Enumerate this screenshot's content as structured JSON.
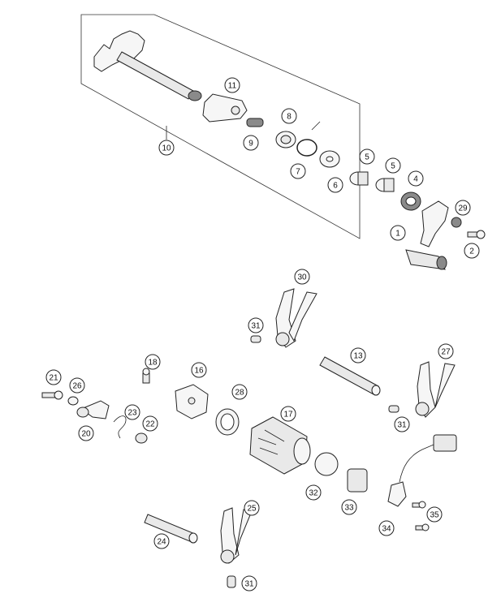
{
  "callouts": [
    {
      "id": "c1",
      "label": "1"
    },
    {
      "id": "c2",
      "label": "2"
    },
    {
      "id": "c4",
      "label": "4"
    },
    {
      "id": "c5a",
      "label": "5"
    },
    {
      "id": "c5b",
      "label": "5"
    },
    {
      "id": "c6",
      "label": "6"
    },
    {
      "id": "c7",
      "label": "7"
    },
    {
      "id": "c8",
      "label": "8"
    },
    {
      "id": "c9",
      "label": "9"
    },
    {
      "id": "c10",
      "label": "10"
    },
    {
      "id": "c11",
      "label": "11"
    },
    {
      "id": "c13",
      "label": "13"
    },
    {
      "id": "c16",
      "label": "16"
    },
    {
      "id": "c17",
      "label": "17"
    },
    {
      "id": "c18",
      "label": "18"
    },
    {
      "id": "c20",
      "label": "20"
    },
    {
      "id": "c21",
      "label": "21"
    },
    {
      "id": "c22",
      "label": "22"
    },
    {
      "id": "c23",
      "label": "23"
    },
    {
      "id": "c24",
      "label": "24"
    },
    {
      "id": "c25",
      "label": "25"
    },
    {
      "id": "c26",
      "label": "26"
    },
    {
      "id": "c27",
      "label": "27"
    },
    {
      "id": "c28",
      "label": "28"
    },
    {
      "id": "c29",
      "label": "29"
    },
    {
      "id": "c30",
      "label": "30"
    },
    {
      "id": "c31a",
      "label": "31"
    },
    {
      "id": "c31b",
      "label": "31"
    },
    {
      "id": "c31c",
      "label": "31"
    },
    {
      "id": "c32",
      "label": "32"
    },
    {
      "id": "c33",
      "label": "33"
    },
    {
      "id": "c34",
      "label": "34"
    },
    {
      "id": "c35",
      "label": "35"
    }
  ]
}
